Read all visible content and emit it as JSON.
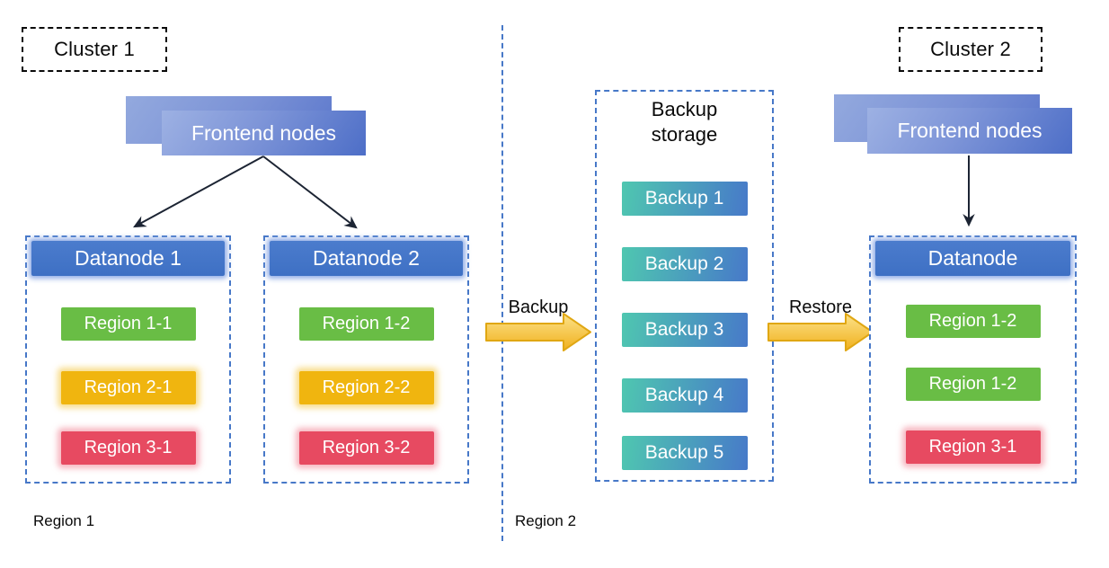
{
  "cluster1": {
    "label": "Cluster 1",
    "frontend_label": "Frontend nodes",
    "datanodes": [
      {
        "title": "Datanode 1",
        "regions": [
          {
            "label": "Region 1-1",
            "color": "green"
          },
          {
            "label": "Region 2-1",
            "color": "yellow"
          },
          {
            "label": "Region 3-1",
            "color": "red"
          }
        ]
      },
      {
        "title": "Datanode 2",
        "regions": [
          {
            "label": "Region 1-2",
            "color": "green"
          },
          {
            "label": "Region 2-2",
            "color": "yellow"
          },
          {
            "label": "Region 3-2",
            "color": "red"
          }
        ]
      }
    ]
  },
  "cluster2": {
    "label": "Cluster 2",
    "frontend_label": "Frontend nodes",
    "datanode": {
      "title": "Datanode",
      "regions": [
        {
          "label": "Region 1-2",
          "color": "green"
        },
        {
          "label": "Region 1-2",
          "color": "green"
        },
        {
          "label": "Region 3-1",
          "color": "red"
        }
      ]
    }
  },
  "backup_storage": {
    "title": "Backup storage",
    "items": [
      "Backup 1",
      "Backup 2",
      "Backup 3",
      "Backup 4",
      "Backup 5"
    ]
  },
  "flows": {
    "backup_label": "Backup",
    "restore_label": "Restore"
  },
  "footer": {
    "region1_label": "Region 1",
    "region2_label": "Region 2"
  },
  "colors": {
    "container_border": "#4778c8",
    "separator_line": "#4778c8",
    "datanode_header": "#4173c6",
    "frontend_gradient_start": "#9db1e3",
    "frontend_gradient_end": "#4d6ec7",
    "region_green": "#69bd45",
    "region_yellow": "#f0b50f",
    "region_red": "#e74a61",
    "backup_gradient_start": "#4fc7b0",
    "backup_gradient_end": "#4779c9",
    "flow_arrow_fill_top": "#fce28a",
    "flow_arrow_fill_bottom": "#f0b01c",
    "flow_arrow_border": "#e0a713",
    "connector_arrow": "#1c2433"
  }
}
